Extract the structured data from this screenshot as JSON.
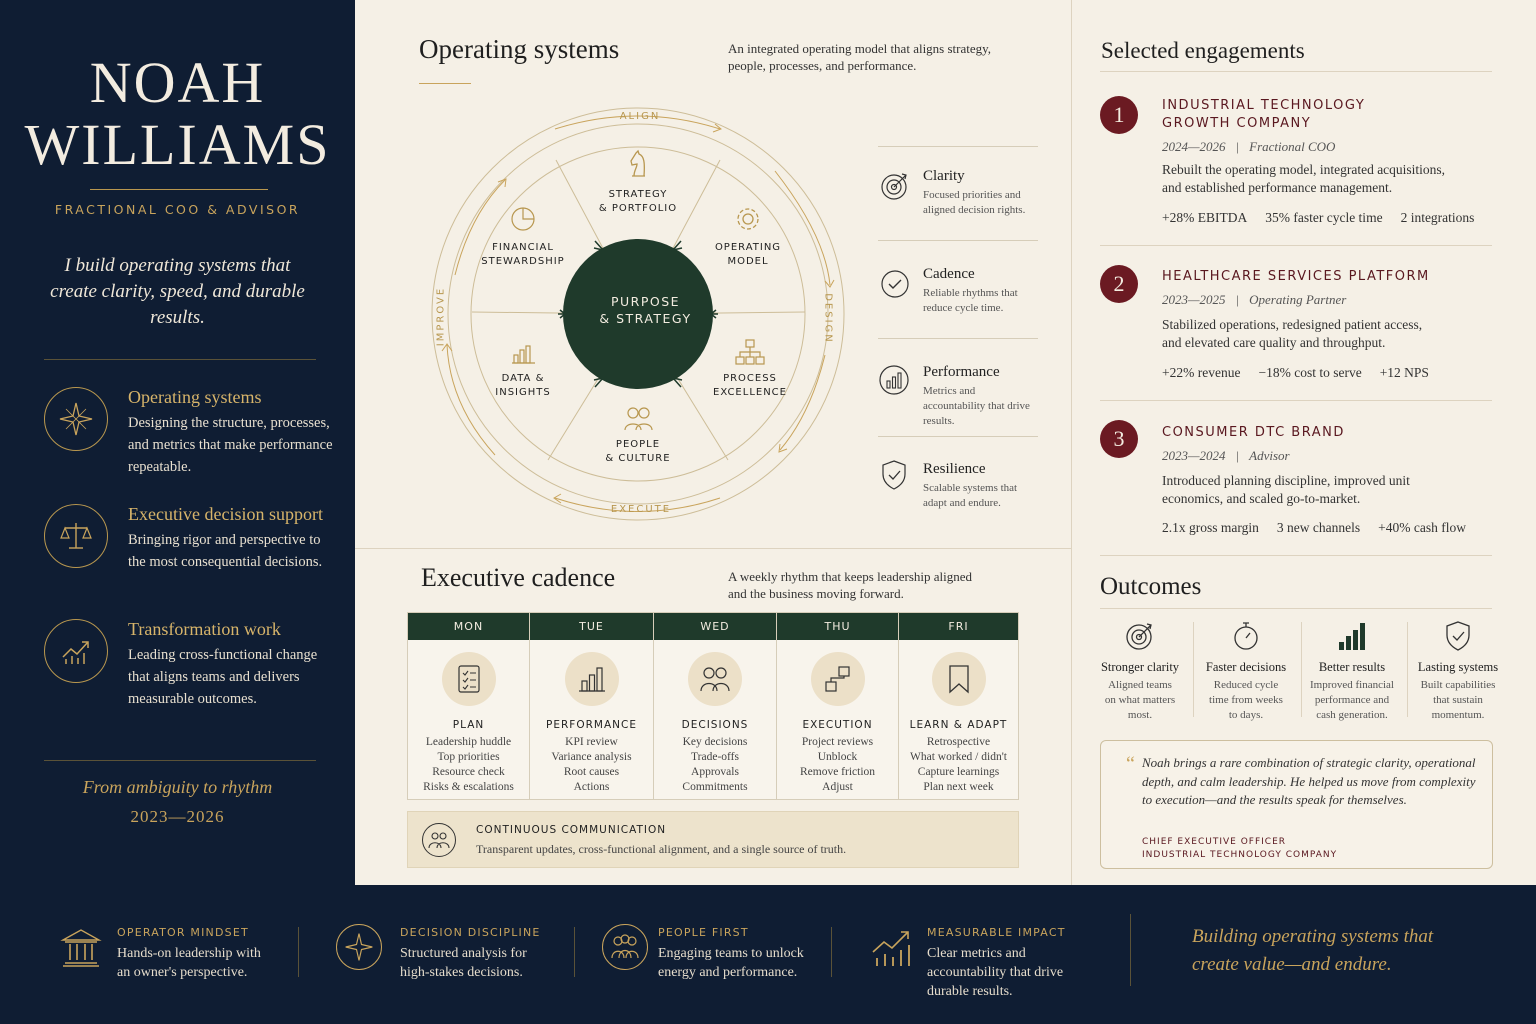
{
  "sidebar": {
    "name_line1": "NOAH",
    "name_line2": "WILLIAMS",
    "role": "FRACTIONAL COO & ADVISOR",
    "tagline": "I build operating systems that create clarity, speed, and durable results.",
    "capabilities": [
      {
        "icon": "compass-star-icon",
        "title": "Operating systems",
        "desc": "Designing the structure, processes, and metrics that make performance repeatable."
      },
      {
        "icon": "scales-icon",
        "title": "Executive decision support",
        "desc": "Bringing rigor and perspective to the most consequential decisions."
      },
      {
        "icon": "trend-chart-icon",
        "title": "Transformation work",
        "desc": "Leading cross-functional change that aligns teams and delivers measurable outcomes."
      }
    ],
    "footer_quote": "From ambiguity to rhythm",
    "footer_years": "2023—2026"
  },
  "operating": {
    "title": "Operating systems",
    "subtitle": "An integrated operating model that aligns strategy, people, processes, and performance.",
    "wheel": {
      "center_line1": "PURPOSE",
      "center_line2": "& STRATEGY",
      "ring_labels": {
        "top": "ALIGN",
        "right": "DESIGN",
        "bottom": "EXECUTE",
        "left": "IMPROVE"
      },
      "segments": [
        {
          "icon": "chess-knight-icon",
          "line1": "STRATEGY",
          "line2": "& PORTFOLIO"
        },
        {
          "icon": "gear-icon",
          "line1": "OPERATING",
          "line2": "MODEL"
        },
        {
          "icon": "org-chart-icon",
          "line1": "PROCESS",
          "line2": "EXCELLENCE"
        },
        {
          "icon": "people-icon",
          "line1": "PEOPLE",
          "line2": "& CULTURE"
        },
        {
          "icon": "bar-chart-icon",
          "line1": "DATA &",
          "line2": "INSIGHTS"
        },
        {
          "icon": "pie-chart-icon",
          "line1": "FINANCIAL",
          "line2": "STEWARDSHIP"
        }
      ]
    },
    "features": [
      {
        "icon": "target-icon",
        "title": "Clarity",
        "desc": "Focused priorities and aligned decision rights."
      },
      {
        "icon": "check-circle-icon",
        "title": "Cadence",
        "desc": "Reliable rhythms that reduce cycle time."
      },
      {
        "icon": "bar-chart-circle-icon",
        "title": "Performance",
        "desc": "Metrics and accountability that drive results."
      },
      {
        "icon": "shield-check-icon",
        "title": "Resilience",
        "desc": "Scalable systems that adapt and endure."
      }
    ]
  },
  "cadence": {
    "title": "Executive cadence",
    "subtitle": "A weekly rhythm that keeps leadership aligned and the business moving forward.",
    "days": [
      {
        "day": "MON",
        "icon": "checklist-icon",
        "title": "PLAN",
        "items": [
          "Leadership huddle",
          "Top priorities",
          "Resource check",
          "Risks & escalations"
        ]
      },
      {
        "day": "TUE",
        "icon": "bar-chart-icon",
        "title": "PERFORMANCE",
        "items": [
          "KPI review",
          "Variance analysis",
          "Root causes",
          "Actions"
        ]
      },
      {
        "day": "WED",
        "icon": "people-icon",
        "title": "DECISIONS",
        "items": [
          "Key decisions",
          "Trade-offs",
          "Approvals",
          "Commitments"
        ]
      },
      {
        "day": "THU",
        "icon": "flow-icon",
        "title": "EXECUTION",
        "items": [
          "Project reviews",
          "Unblock",
          "Remove friction",
          "Adjust"
        ]
      },
      {
        "day": "FRI",
        "icon": "bookmark-icon",
        "title": "LEARN & ADAPT",
        "items": [
          "Retrospective",
          "What worked / didn't",
          "Capture learnings",
          "Plan next week"
        ]
      }
    ],
    "communication": {
      "icon": "group-icon",
      "title": "CONTINUOUS COMMUNICATION",
      "desc": "Transparent updates, cross-functional alignment, and a single source of truth."
    }
  },
  "engagements": {
    "title": "Selected engagements",
    "items": [
      {
        "num": "1",
        "title_line1": "INDUSTRIAL TECHNOLOGY",
        "title_line2": "GROWTH COMPANY",
        "years": "2024—2026",
        "role": "Fractional COO",
        "desc": "Rebuilt the operating model, integrated acquisitions, and established performance management.",
        "stats": [
          "+28% EBITDA",
          "35% faster cycle time",
          "2 integrations"
        ]
      },
      {
        "num": "2",
        "title_line1": "HEALTHCARE SERVICES PLATFORM",
        "title_line2": "",
        "years": "2023—2025",
        "role": "Operating Partner",
        "desc": "Stabilized operations, redesigned patient access, and elevated care quality and throughput.",
        "stats": [
          "+22% revenue",
          "−18% cost to serve",
          "+12 NPS"
        ]
      },
      {
        "num": "3",
        "title_line1": "CONSUMER DTC BRAND",
        "title_line2": "",
        "years": "2023—2024",
        "role": "Advisor",
        "desc": "Introduced planning discipline, improved unit economics, and scaled go-to-market.",
        "stats": [
          "2.1x gross margin",
          "3 new channels",
          "+40% cash flow"
        ]
      }
    ]
  },
  "outcomes": {
    "title": "Outcomes",
    "items": [
      {
        "icon": "target-icon",
        "title": "Stronger clarity",
        "desc": "Aligned teams on what matters most."
      },
      {
        "icon": "stopwatch-icon",
        "title": "Faster decisions",
        "desc": "Reduced cycle time from weeks to days."
      },
      {
        "icon": "signal-bars-icon",
        "title": "Better results",
        "desc": "Improved financial performance and cash generation."
      },
      {
        "icon": "shield-check-icon",
        "title": "Lasting systems",
        "desc": "Built capabilities that sustain momentum."
      }
    ],
    "quote": "Noah brings a rare combination of strategic clarity, operational depth, and calm leadership. He helped us move from complexity to execution—and the results speak for themselves.",
    "quote_author_title": "CHIEF EXECUTIVE OFFICER",
    "quote_author_company": "INDUSTRIAL TECHNOLOGY COMPANY"
  },
  "bottom": {
    "pillars": [
      {
        "icon": "building-icon",
        "title": "OPERATOR MINDSET",
        "desc": "Hands-on leadership with an owner's perspective."
      },
      {
        "icon": "compass-star-icon",
        "title": "DECISION DISCIPLINE",
        "desc": "Structured analysis for high-stakes decisions."
      },
      {
        "icon": "people-circle-icon",
        "title": "PEOPLE FIRST",
        "desc": "Engaging teams to unlock energy and performance."
      },
      {
        "icon": "trend-chart-icon",
        "title": "MEASURABLE IMPACT",
        "desc": "Clear metrics and accountability that drive durable results."
      }
    ],
    "closing": "Building operating systems that create value—and endure."
  },
  "colors": {
    "navy": "#0f1d33",
    "gold": "#c9a45c",
    "forest": "#1f3a2b",
    "burgundy": "#6b1a22",
    "cream": "#f5f0e6"
  }
}
